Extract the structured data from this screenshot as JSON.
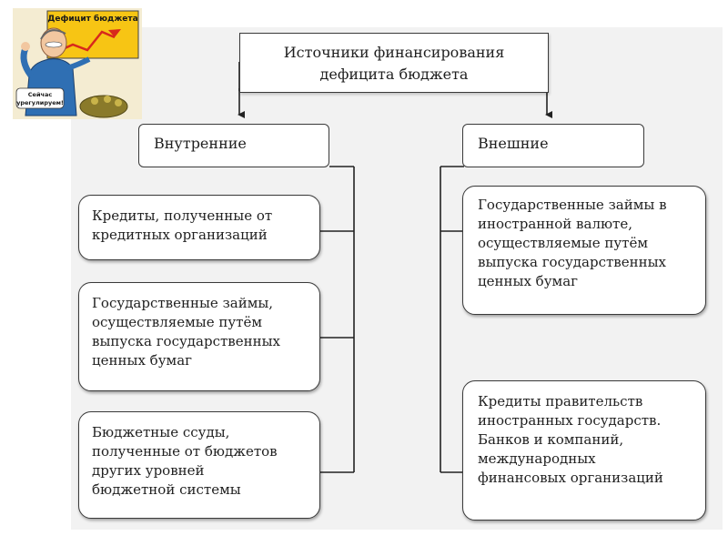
{
  "title_lines": [
    "Источники финансирования",
    "дефицита бюджета"
  ],
  "internal": {
    "label": "Внутренние",
    "items": [
      [
        "Кредиты, полученные от",
        "кредитных организаций"
      ],
      [
        "Государственные займы,",
        "осуществляемые путём",
        "выпуска  государственных",
        "ценных бумаг"
      ],
      [
        "Бюджетные ссуды,",
        "полученные от бюджетов",
        "других уровней",
        "бюджетной системы"
      ]
    ]
  },
  "external": {
    "label": "Внешние",
    "items": [
      [
        "Государственные займы в",
        "иностранной валюте,",
        "осуществляемые путём",
        "выпуска государственных",
        "ценных бумаг"
      ],
      [
        "Кредиты правительств",
        "иностранных государств.",
        "Банков и компаний,",
        "международных",
        "финансовых организаций"
      ]
    ]
  },
  "illustration": {
    "sign_text": "Дефицит бюджета",
    "speech_text": [
      "Сейчас",
      "урегулируем!"
    ]
  },
  "colors": {
    "sign": "#f7c514",
    "suit": "#2f6fb3",
    "bag": "#8a7a2a",
    "arrow": "#d8281c"
  }
}
